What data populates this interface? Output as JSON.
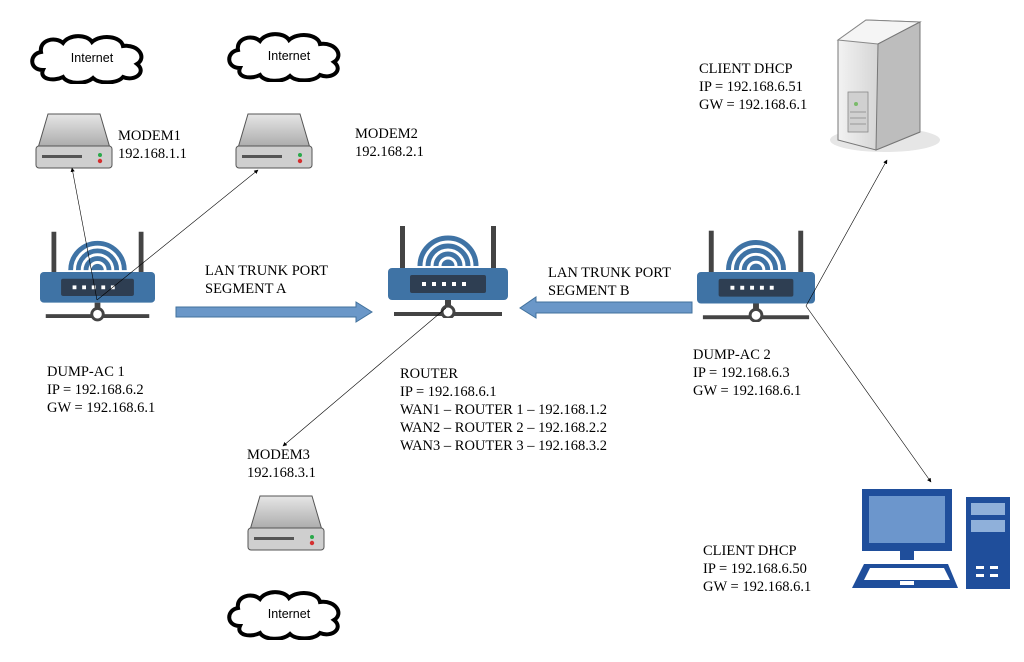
{
  "clouds": [
    {
      "label": "Internet"
    },
    {
      "label": "Internet"
    },
    {
      "label": "Internet"
    }
  ],
  "modem1": {
    "name": "MODEM1",
    "ip": "192.168.1.1"
  },
  "modem2": {
    "name": "MODEM2",
    "ip": "192.168.2.1"
  },
  "modem3": {
    "name": "MODEM3",
    "ip": "192.168.3.1"
  },
  "segment_a": {
    "line1": "LAN TRUNK PORT",
    "line2": "SEGMENT A"
  },
  "segment_b": {
    "line1": "LAN TRUNK PORT",
    "line2": "SEGMENT B"
  },
  "dump_ac1": {
    "name": "DUMP-AC 1",
    "ip": "IP = 192.168.6.2",
    "gw": "GW = 192.168.6.1"
  },
  "dump_ac2": {
    "name": "DUMP-AC 2",
    "ip": "IP = 192.168.6.3",
    "gw": "GW = 192.168.6.1"
  },
  "router": {
    "name": "ROUTER",
    "ip": "IP = 192.168.6.1",
    "wan1": "WAN1 – ROUTER 1 – 192.168.1.2",
    "wan2": "WAN2 – ROUTER 2 – 192.168.2.2",
    "wan3": "WAN3 – ROUTER 3 – 192.168.3.2"
  },
  "client_server": {
    "name": "CLIENT DHCP",
    "ip": "IP = 192.168.6.51",
    "gw": "GW = 192.168.6.1"
  },
  "client_pc": {
    "name": "CLIENT DHCP",
    "ip": "IP = 192.168.6.50",
    "gw": "GW = 192.168.6.1"
  },
  "colors": {
    "router_blue": "#3f73a5",
    "arrow_blue": "#6a97c8",
    "modem_gray": "#c9c9c9",
    "pc_blue": "#1f4e9b"
  }
}
